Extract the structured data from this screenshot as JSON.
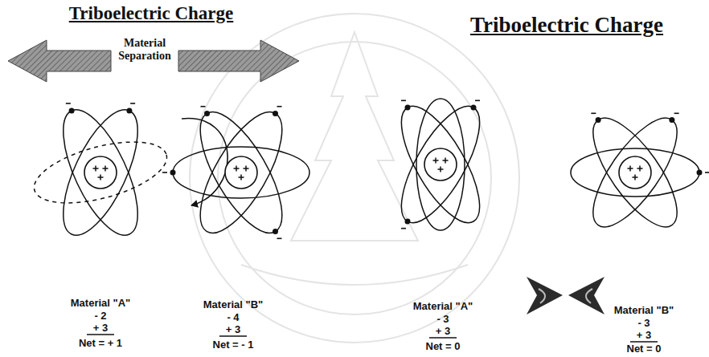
{
  "diagram": {
    "title": "Triboelectric Charge",
    "labels": [
      "Material Separation",
      "Material \"A\"",
      "- 2",
      "+ 3",
      "Net = + 1",
      "Material \"B\"",
      "- 4",
      "+ 3",
      "Net = - 1",
      "Material \"A\"",
      "- 3",
      "+ 3",
      "Net = 0",
      "Material \"B\"",
      "- 3",
      "+ 3",
      "Net = 0",
      "Triboelectric Charge"
    ]
  }
}
